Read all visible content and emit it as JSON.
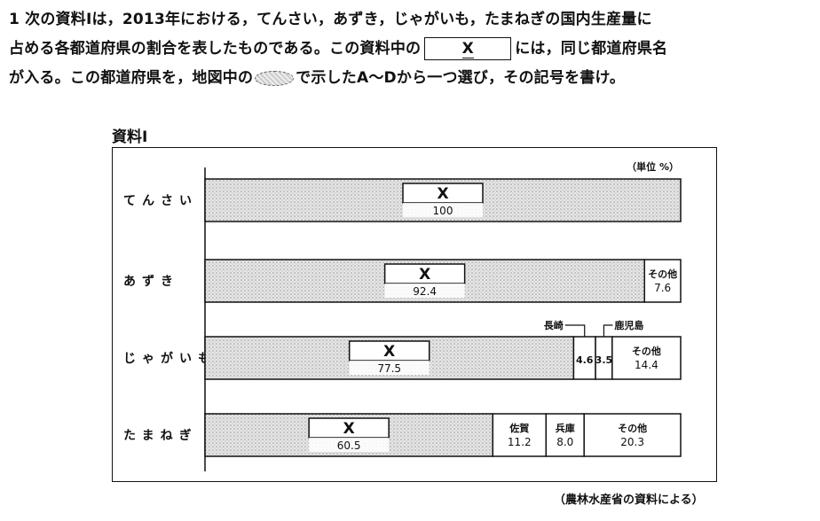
{
  "question": {
    "line1_pre": "1 次の資料Ⅰは，2013年における，てんさい，あずき，じゃがいも，たまねぎの国内生産量に",
    "line2_pre": "占める各都道府県の割合を表したものである。この資料中の",
    "blank_label": "X",
    "line2_post": "には，同じ都道府県名",
    "line3_pre": "が入る。この都道府県を，地図中の",
    "line3_post": "で示したA～Dから一つ選び，その記号を書け。"
  },
  "document_title": "資料Ⅰ",
  "source_note": "（農林水産省の資料による）",
  "chart_data": {
    "type": "bar",
    "stacked": true,
    "unit_label": "（単位 %）",
    "categories": [
      "てんさい",
      "あずき",
      "じゃがいも",
      "たまねぎ"
    ],
    "rows": [
      {
        "category": "てんさい",
        "segments": [
          {
            "name": "X",
            "value": 100
          }
        ]
      },
      {
        "category": "あずき",
        "segments": [
          {
            "name": "X",
            "value": 92.4
          },
          {
            "name": "その他",
            "value": 7.6
          }
        ]
      },
      {
        "category": "じゃがいも",
        "segments": [
          {
            "name": "X",
            "value": 77.5
          },
          {
            "name": "長崎",
            "value": 4.6
          },
          {
            "name": "鹿児島",
            "value": 3.5
          },
          {
            "name": "その他",
            "value": 14.4
          }
        ]
      },
      {
        "category": "たまねぎ",
        "segments": [
          {
            "name": "X",
            "value": 60.5
          },
          {
            "name": "佐賀",
            "value": 11.2
          },
          {
            "name": "兵庫",
            "value": 8.0
          },
          {
            "name": "その他",
            "value": 20.3
          }
        ]
      }
    ],
    "value_labels": {
      "てんさい": [
        "100"
      ],
      "あずき": [
        "92.4",
        "7.6"
      ],
      "じゃがいも": [
        "77.5",
        "4.6",
        "3.5",
        "14.4"
      ],
      "たまねぎ": [
        "60.5",
        "11.2",
        "8.0",
        "20.3"
      ]
    },
    "callouts": [
      "長崎",
      "鹿児島"
    ],
    "xlim": [
      0,
      100
    ]
  },
  "colors": {
    "x_segment": "#cfcfcf",
    "other_segment": "#ffffff",
    "stroke": "#111111"
  }
}
